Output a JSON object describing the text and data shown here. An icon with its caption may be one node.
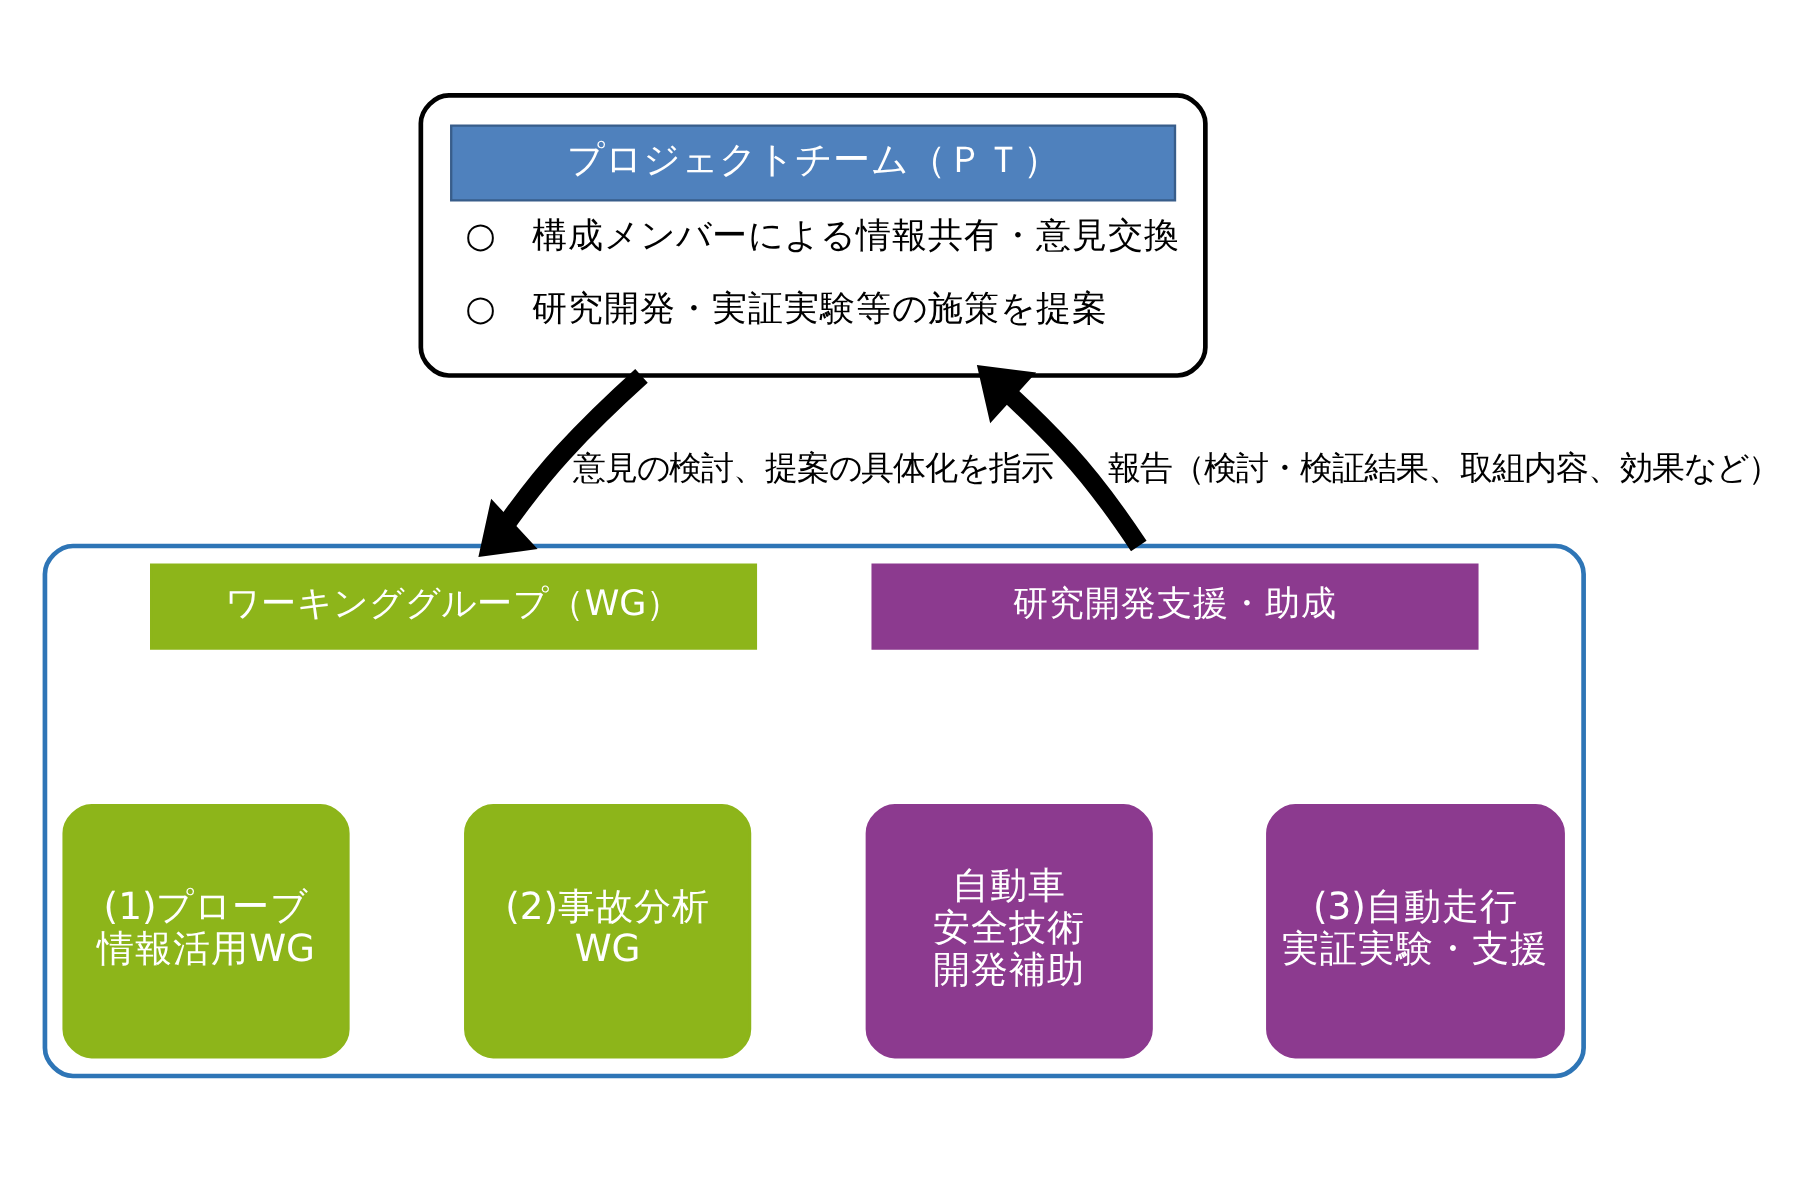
{
  "diagram": {
    "nodes": [
      {
        "text": [
          "プロジェクトチーム（ＰＴ）",
          "○　構成メンバーによる情報共有・意見交換",
          "○　研究開発・実証実験等の施策を提案"
        ]
      },
      {
        "text": [],
        "shape": "box"
      },
      {
        "text": [
          "ワーキンググループ（WG）"
        ],
        "in": 1
      },
      {
        "text": [
          "(1)プローブ情報活用WG"
        ],
        "in": 1
      },
      {
        "text": [
          "(2)事故分析WG"
        ],
        "in": 1
      },
      {
        "text": [
          "研究開発支援・助成"
        ],
        "in": 1
      },
      {
        "text": [
          "自動車安全技術開発補助"
        ],
        "in": 1
      },
      {
        "text": [
          "(3)自動走行実証実験・支援"
        ],
        "in": 1
      }
    ],
    "edges": [
      {
        "from": 0,
        "to": 1,
        "arrow": "to",
        "label": "意見の検討、提案の具体化を指示"
      },
      {
        "from": 1,
        "to": 0,
        "arrow": "to",
        "label": "報告（検討・検証結果、取組内容、効果など）"
      }
    ]
  }
}
